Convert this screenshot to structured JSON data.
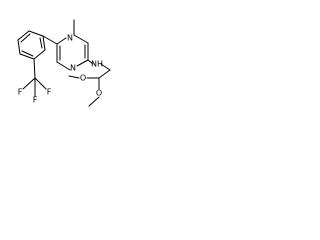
{
  "molecule": {
    "atoms": {
      "ring_n_top": "N",
      "ring_n_right": "N",
      "amine": "NH",
      "ether_o_upper": "O",
      "ether_o_lower": "O",
      "fluorine_1": "F",
      "fluorine_2": "F",
      "fluorine_3": "F"
    },
    "colors": {
      "bond": "#000000",
      "label": "#000000",
      "background": "#ffffff"
    }
  }
}
